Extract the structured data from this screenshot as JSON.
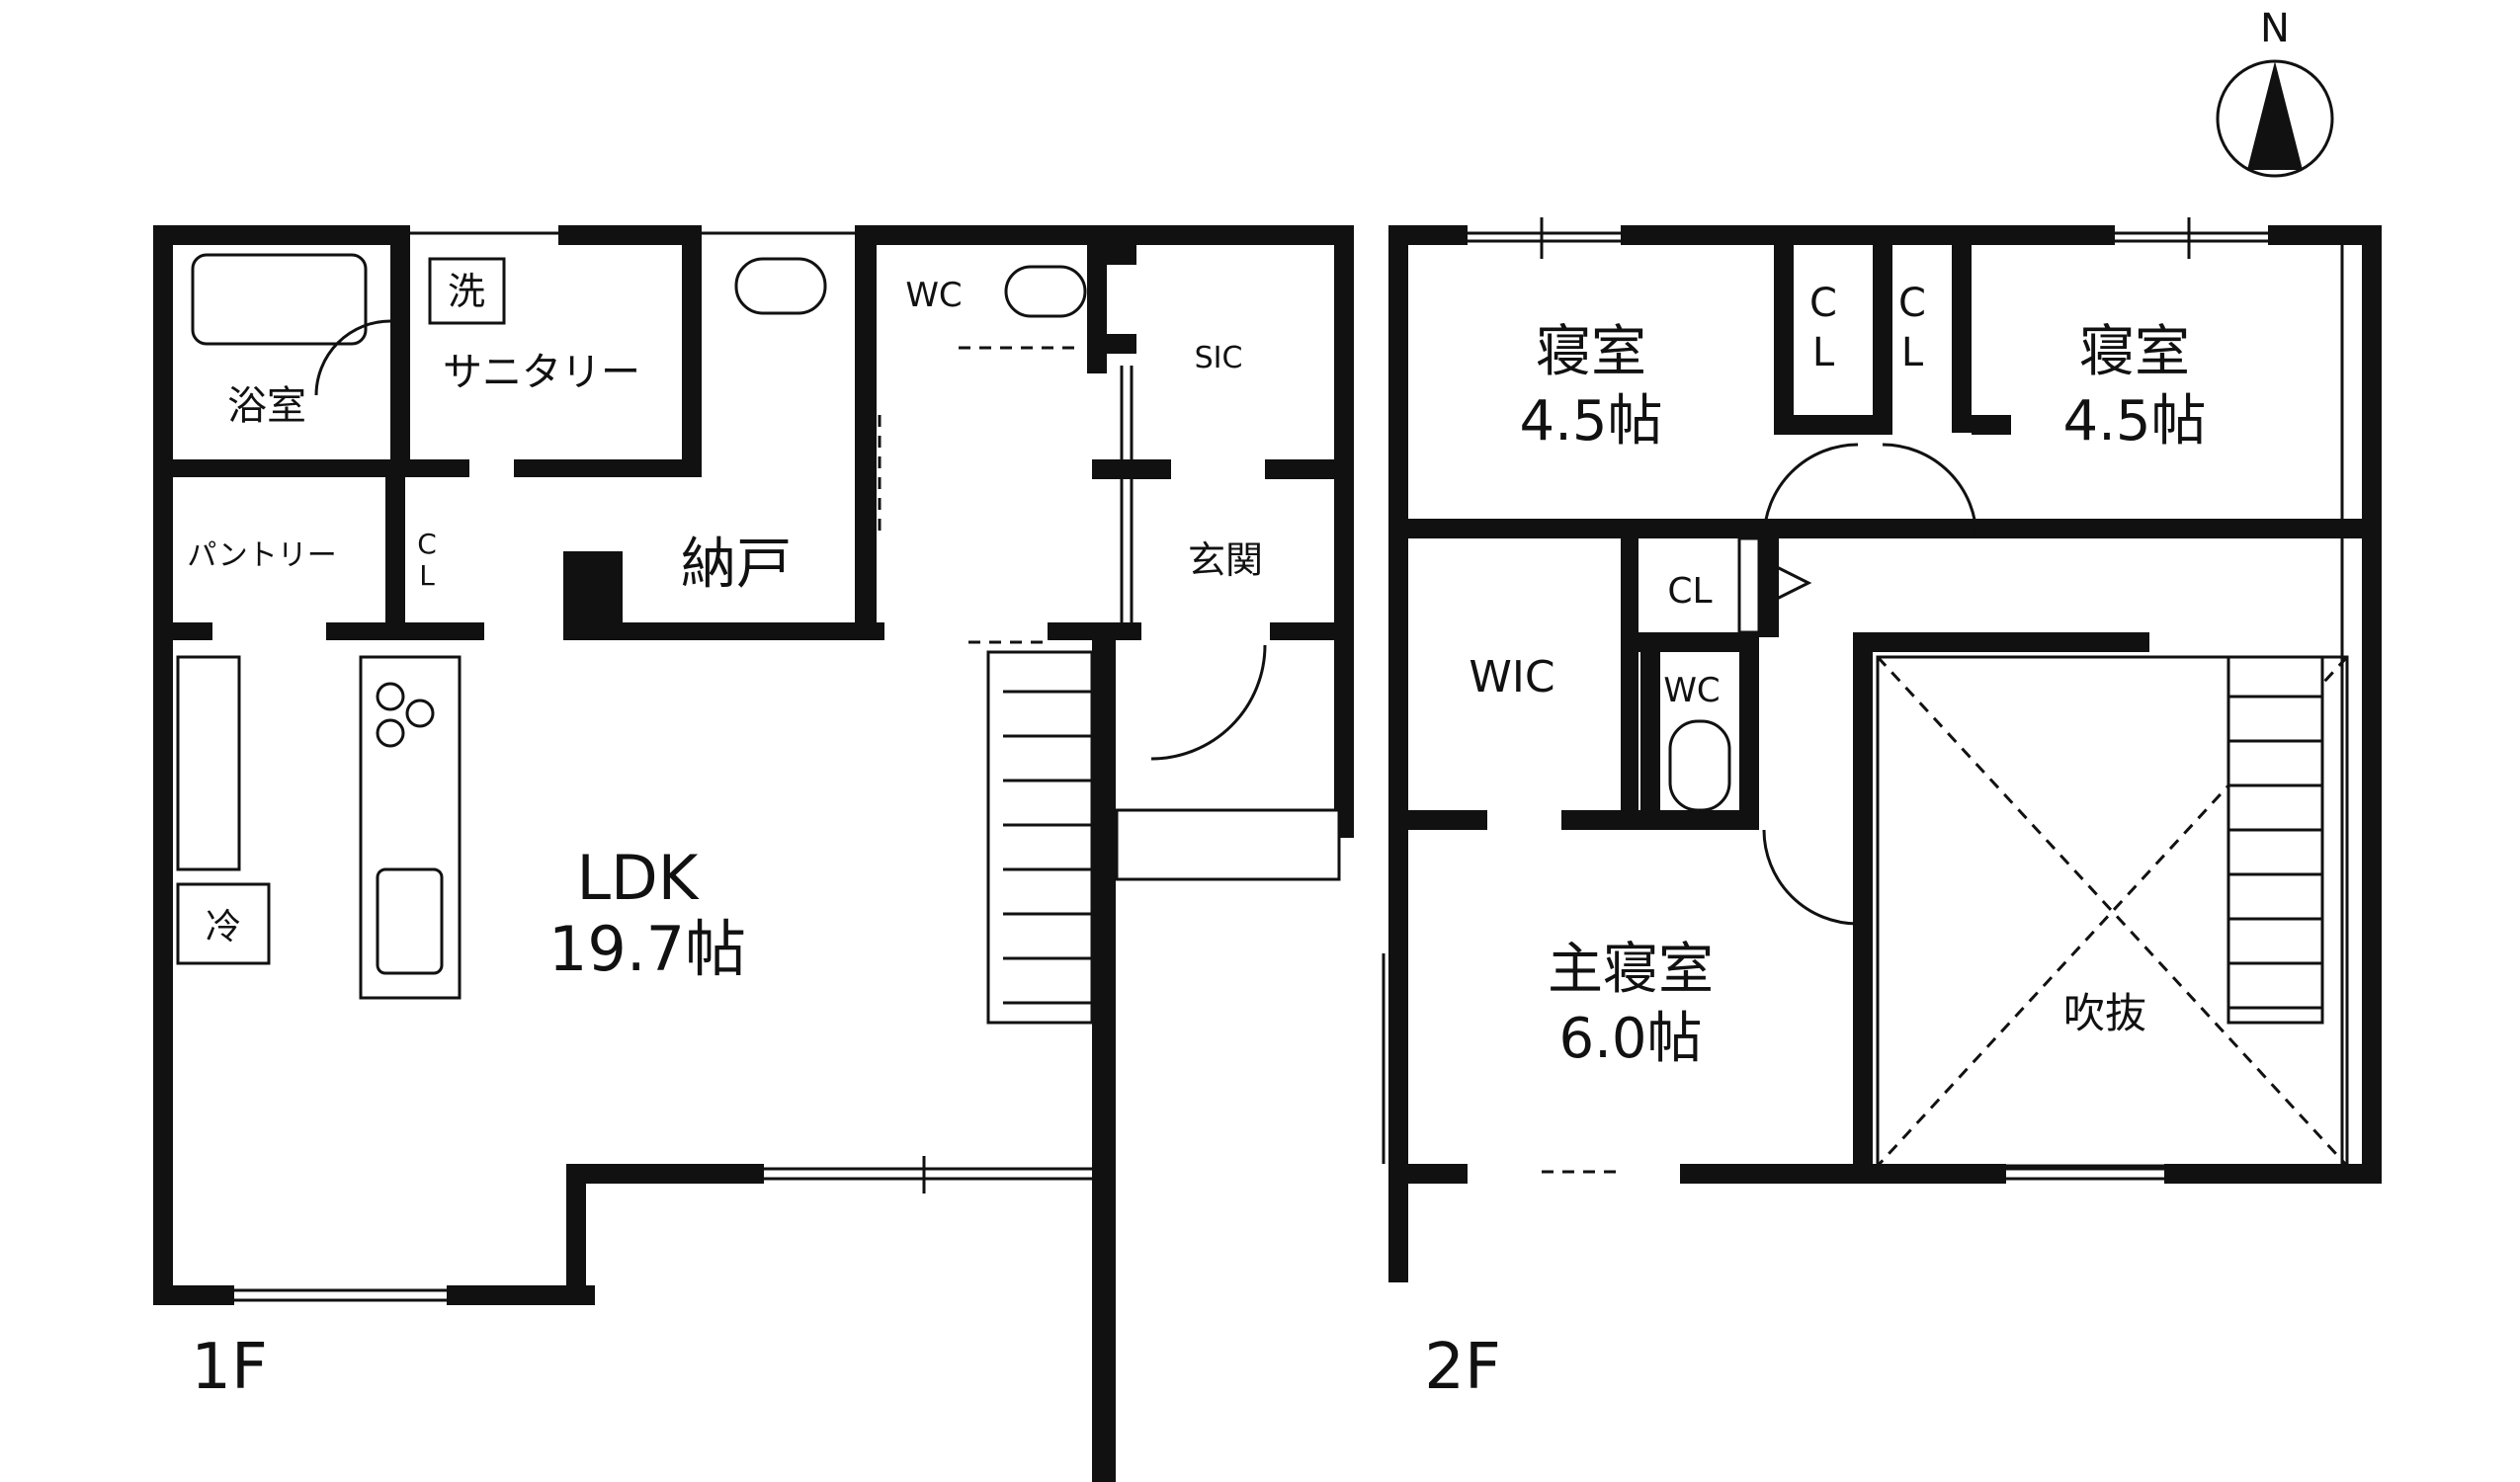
{
  "compass": {
    "label": "N",
    "icon": "north-arrow-icon"
  },
  "floor1": {
    "label": "1F",
    "rooms": {
      "bath": "浴室",
      "wash": "洗",
      "sanitary": "サニタリー",
      "wc": "WC",
      "sic": "SIC",
      "entrance": "玄関",
      "pantry": "パントリー",
      "cl_1": "C",
      "cl_2": "L",
      "storage": "納戸",
      "ldk_name": "LDK",
      "ldk_size": "19.7帖",
      "fridge": "冷"
    }
  },
  "floor2": {
    "label": "2F",
    "rooms": {
      "bed_w_name": "寝室",
      "bed_w_size": "4.5帖",
      "bed_e_name": "寝室",
      "bed_e_size": "4.5帖",
      "cl_c": "C",
      "cl_l": "L",
      "cl_small": "CL",
      "wic": "WIC",
      "wc": "WC",
      "master_name": "主寝室",
      "master_size": "6.0帖",
      "void": "吹抜"
    }
  }
}
